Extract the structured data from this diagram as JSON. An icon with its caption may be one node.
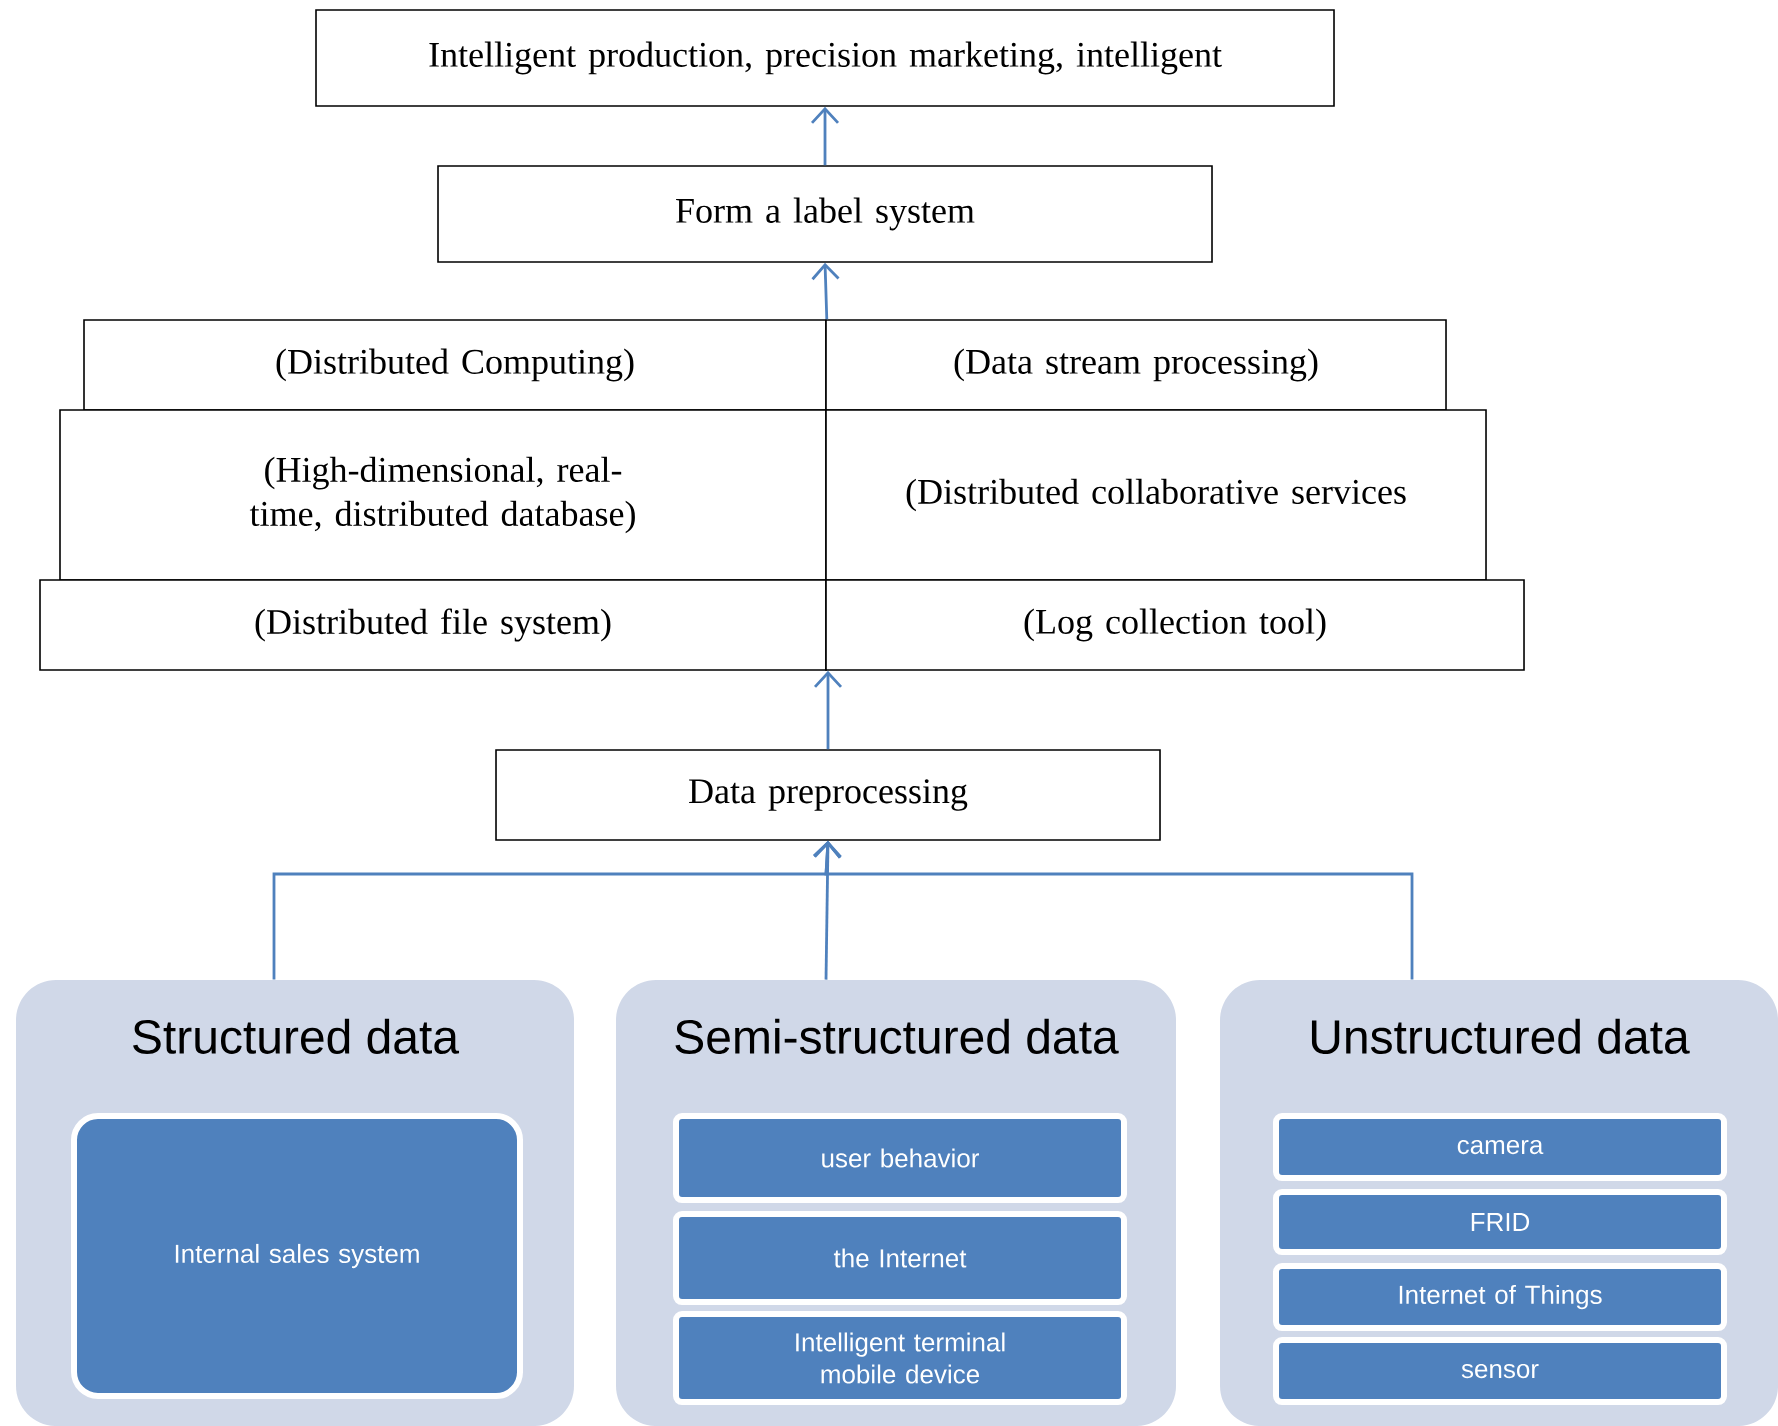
{
  "diagram": {
    "nodes": [
      {
        "text": [
          "Intelligent production, precision marketing, intelligent"
        ]
      },
      {
        "text": [
          "Form a label system"
        ]
      },
      {
        "text": [
          "(Distributed Computing)"
        ]
      },
      {
        "text": [
          "(Data stream processing)"
        ]
      },
      {
        "text": [
          "(High-dimensional, real-time, distributed database)"
        ]
      },
      {
        "text": [
          "(Distributed collaborative services"
        ]
      },
      {
        "text": [
          "(Distributed file system)"
        ]
      },
      {
        "text": [
          "(Log collection tool)"
        ]
      },
      {
        "text": [
          "Data preprocessing"
        ]
      },
      {
        "text": [
          "Structured data"
        ]
      },
      {
        "text": [
          "Internal sales system"
        ],
        "in": 9
      },
      {
        "text": [
          "Semi-structured data"
        ]
      },
      {
        "text": [
          "user behavior"
        ],
        "in": 11
      },
      {
        "text": [
          "the Internet"
        ],
        "in": 11
      },
      {
        "text": [
          "Intelligent terminal mobile device"
        ],
        "in": 11
      },
      {
        "text": [
          "Unstructured data"
        ]
      },
      {
        "text": [
          "camera"
        ],
        "in": 15
      },
      {
        "text": [
          "FRID"
        ],
        "in": 15
      },
      {
        "text": [
          "Internet of Things"
        ],
        "in": 15
      },
      {
        "text": [
          "sensor"
        ],
        "in": 15
      }
    ],
    "edges": [
      {
        "from": 1,
        "to": 0,
        "arrow": "to"
      },
      {
        "from": 2,
        "to": 1,
        "arrow": "to"
      },
      {
        "from": 8,
        "to": 6,
        "arrow": "to"
      },
      {
        "from": 9,
        "to": 8,
        "arrow": "to"
      },
      {
        "from": 11,
        "to": 8,
        "arrow": "to"
      },
      {
        "from": 15,
        "to": 8,
        "arrow": "to"
      }
    ]
  }
}
